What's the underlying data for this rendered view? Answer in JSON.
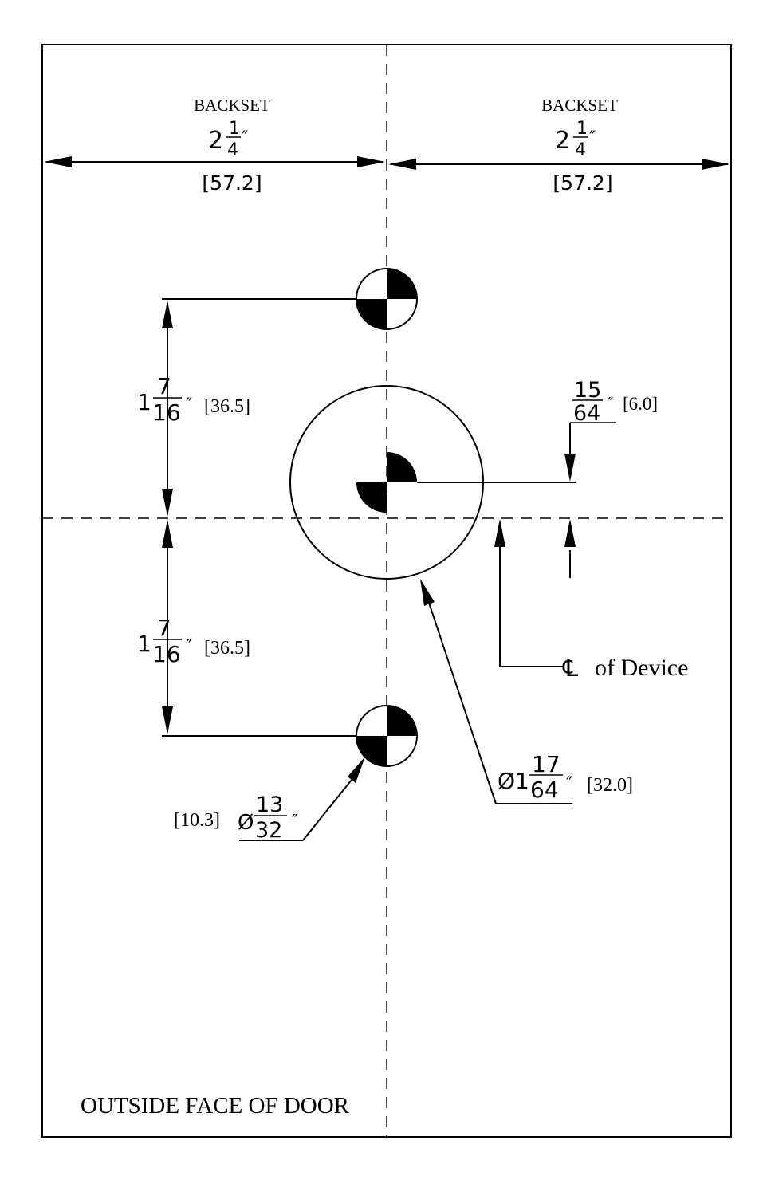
{
  "labels": {
    "backset_left": "BACKSET",
    "backset_left_whole": "2",
    "backset_left_num": "1",
    "backset_left_den": "4",
    "backset_left_unit": "″",
    "backset_left_mm": "[57.2]",
    "backset_right": "BACKSET",
    "backset_right_whole": "2",
    "backset_right_num": "1",
    "backset_right_den": "4",
    "backset_right_unit": "″",
    "backset_right_mm": "[57.2]",
    "upper_spacing_whole": "1",
    "upper_spacing_num": "7",
    "upper_spacing_den": "16",
    "upper_spacing_unit": "″",
    "upper_spacing_mm": "[36.5]",
    "lower_spacing_whole": "1",
    "lower_spacing_num": "7",
    "lower_spacing_den": "16",
    "lower_spacing_unit": "″",
    "lower_spacing_mm": "[36.5]",
    "offset_num": "15",
    "offset_den": "64",
    "offset_unit": "″",
    "offset_mm": "[6.0]",
    "centerline_symbol": "℄",
    "centerline_text": "of Device",
    "big_hole_diam": "Ø1",
    "big_hole_num": "17",
    "big_hole_den": "64",
    "big_hole_unit": "″",
    "big_hole_mm": "[32.0]",
    "small_hole_mm": "[10.3]",
    "small_hole_diam": "Ø",
    "small_hole_num": "13",
    "small_hole_den": "32",
    "small_hole_unit": "″",
    "face_label": "OUTSIDE FACE OF DOOR"
  }
}
